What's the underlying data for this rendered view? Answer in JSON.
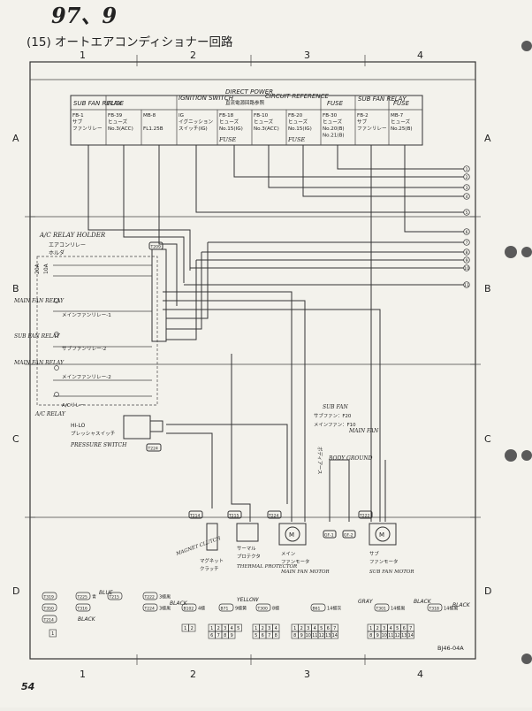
{
  "handwritten_header": "97、9",
  "page_title": "(15)  オートエアコンディショナー回路",
  "page_number": "54",
  "figure_code": "BJ46-04A",
  "grid": {
    "columns": [
      "1",
      "2",
      "3",
      "4"
    ],
    "rows": [
      "A",
      "B",
      "C",
      "D"
    ]
  },
  "top_box": {
    "handwritten_labels": [
      "SUB FAN RELAY",
      "FUSE",
      "IGNITION SWITCH",
      "DIRECT POWER",
      "CIRCUIT REFERENCE",
      "FUSE",
      "SUB FAN RELAY",
      "FUSE"
    ],
    "cells": [
      {
        "lines": [
          "FB-1",
          "サブ",
          "ファンリレー"
        ],
        "hw": ""
      },
      {
        "lines": [
          "FB-39",
          "ヒューズ",
          "No.3(ACC)"
        ],
        "hw": ""
      },
      {
        "lines": [
          "MB-8",
          "",
          "FL1.25B"
        ],
        "hw": ""
      },
      {
        "lines": [
          "IG",
          "イグニッション",
          "スイッチ(IG)"
        ],
        "hw": ""
      },
      {
        "lines": [
          "FB-18",
          "ヒューズ",
          "No.15(IG)"
        ],
        "hw": "FUSE"
      },
      {
        "lines": [
          "FB-10",
          "ヒューズ",
          "No.3(ACC)"
        ],
        "hw": ""
      },
      {
        "lines": [
          "FB-20",
          "ヒューズ",
          "No.15(IG)"
        ],
        "hw": "FUSE"
      },
      {
        "lines": [
          "FB-30",
          "ヒューズ",
          "No.20(B)",
          "No.21(B)"
        ],
        "hw": ""
      },
      {
        "lines": [
          "FB-2",
          "サブ",
          "ファンリレー"
        ],
        "hw": ""
      },
      {
        "lines": [
          "MB-7",
          "ヒューズ",
          "No.25(B)"
        ],
        "hw": ""
      }
    ],
    "top_note": "直流電源回路参照"
  },
  "side_refs": [
    "1",
    "2",
    "3",
    "4",
    "5",
    "6",
    "7",
    "8",
    "9",
    "10",
    "11"
  ],
  "relay_holder": {
    "hw_label": "A/C RELAY HOLDER",
    "label": [
      "エアコンリレー",
      "ホルダ"
    ],
    "connector": "T209",
    "fuses": [
      "20A",
      "10A"
    ],
    "relays": [
      {
        "label": "メインファンリレー-1",
        "hw": "MAIN FAN RELAY"
      },
      {
        "label": "サブファンリレー-2",
        "hw": "SUB FAN RELAY"
      },
      {
        "label": "メインファンリレー-2",
        "hw": "MAIN FAN RELAY"
      },
      {
        "label": "A/Cリレー",
        "hw": "A/C RELAY"
      }
    ]
  },
  "pressure_switch": {
    "label": [
      "HI-LO",
      "プレッシャスイッチ"
    ],
    "hw": "PRESSURE SWITCH",
    "connector": "T224"
  },
  "body_ground": {
    "label": "ボディアース",
    "hw": "BODY GROUND"
  },
  "fan_labels": {
    "sub": "サブファン：F20",
    "main": "メインファン：F10",
    "hw_sub": "SUB FAN",
    "hw_main": "MAIN FAN"
  },
  "components": [
    {
      "connector": "T214",
      "label": [
        "マグネット",
        "クラッチ"
      ],
      "hw": "MAGNET CLUTCH"
    },
    {
      "connector": "T215",
      "label": [
        "サーマル",
        "プロテクタ"
      ],
      "hw": "THERMAL PROTECTOR"
    },
    {
      "connector": "T224",
      "label": [
        "メイン",
        "ファンモータ"
      ],
      "hw": "MAIN FAN MOTOR"
    },
    {
      "connector": "T222",
      "label": [
        "サブ",
        "ファンモータ"
      ],
      "hw": "SUB FAN MOTOR"
    }
  ],
  "grounds": [
    "GF-1",
    "GF-2"
  ],
  "connector_legend": {
    "items": [
      {
        "id": "T319",
        "desc": ""
      },
      {
        "id": "T350",
        "desc": ""
      },
      {
        "id": "T214",
        "desc": ""
      },
      {
        "id": "T225",
        "desc": "青"
      },
      {
        "id": "T316",
        "desc": ""
      },
      {
        "id": "T215",
        "desc": ""
      },
      {
        "id": "T222",
        "desc": "3極黒"
      },
      {
        "id": "T224",
        "desc": "3極黒"
      },
      {
        "id": "B102",
        "desc": "4極"
      },
      {
        "id": "B71",
        "desc": "9極黄"
      },
      {
        "id": "T300",
        "desc": "8極"
      },
      {
        "id": "B61",
        "desc": "14極灰"
      },
      {
        "id": "T301",
        "desc": "14極黒"
      },
      {
        "id": "T318",
        "desc": "14極黒"
      }
    ],
    "hw_colors": [
      "BLUE",
      "BLACK",
      "BLACK",
      "YELLOW",
      "GRAY",
      "BLACK",
      "BLACK"
    ],
    "pin_rows": [
      [
        "1"
      ],
      [
        "1",
        "2"
      ],
      [
        "1",
        "2",
        "3",
        "4",
        "5",
        "6",
        "7",
        "8",
        "9"
      ],
      [
        "1",
        "2",
        "3",
        "4",
        "5",
        "6",
        "7",
        "8"
      ],
      [
        "1",
        "2",
        "3",
        "4",
        "5",
        "6",
        "7",
        "8",
        "9",
        "10",
        "11",
        "12",
        "13",
        "14"
      ],
      [
        "1",
        "2",
        "3",
        "4",
        "5",
        "6",
        "7",
        "8",
        "9",
        "10",
        "11",
        "12",
        "13",
        "14"
      ]
    ]
  }
}
